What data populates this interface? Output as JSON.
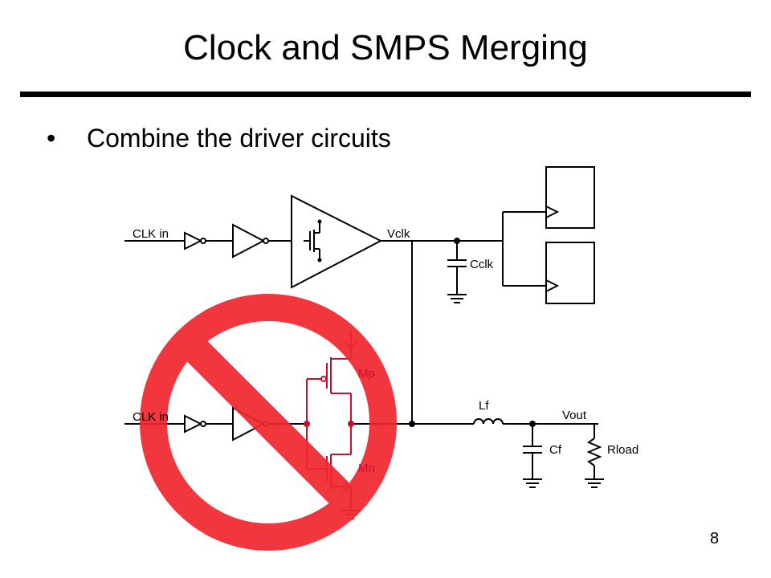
{
  "slide": {
    "title": "Clock and SMPS Merging",
    "bullet": "Combine the driver circuits",
    "page_number": "8"
  },
  "diagram": {
    "labels": {
      "clk_in_top": "CLK in",
      "vclk": "Vclk",
      "cclk": "Cclk",
      "clk_in_bottom": "CLK in",
      "mp": "Mp",
      "mn": "Mn",
      "lf": "Lf",
      "vout": "Vout",
      "cf": "Cf",
      "rload": "Rload"
    },
    "colors": {
      "wire": "#000000",
      "red_circuit": "#c8102e",
      "prohibition_sign": "#f0262d"
    }
  }
}
